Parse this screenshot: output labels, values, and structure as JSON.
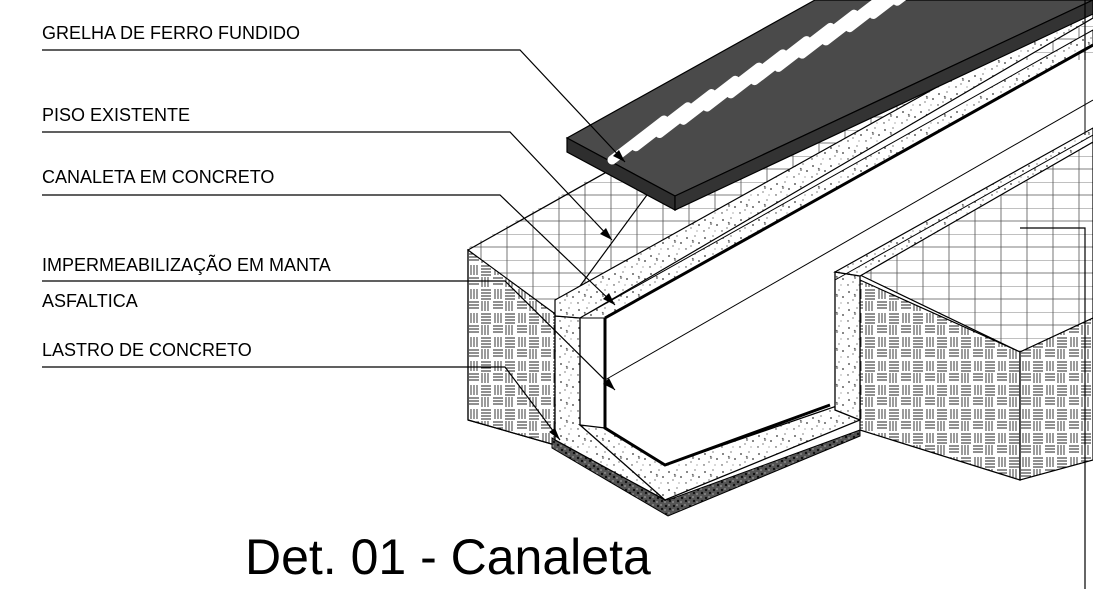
{
  "labels": {
    "grate": "GRELHA DE FERRO FUNDIDO",
    "existing_floor": "PISO EXISTENTE",
    "concrete_channel": "CANALETA EM CONCRETO",
    "waterproofing_line1": "IMPERMEABILIZAÇÃO EM MANTA",
    "waterproofing_line2": "ASFALTICA",
    "concrete_bed": "LASTRO DE CONCRETO"
  },
  "title": "Det. 01 - Canaleta",
  "icons": [
    "cast-iron-grate",
    "tile-pattern",
    "concrete-texture",
    "basket-weave-soil"
  ],
  "colors": {
    "grate": "#4a4a4a",
    "line": "#000000",
    "background": "#ffffff"
  }
}
